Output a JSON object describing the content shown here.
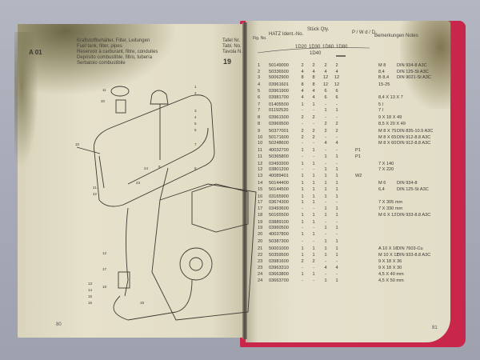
{
  "left_page": {
    "section_code": "A 01",
    "titles": [
      "Kraftstoffbehälter, Filter, Leitungen",
      "Fuel tank, filter, pipes",
      "Reservoir à carburant, filtre, conduites",
      "Depósito combustible, filtro, tubería",
      "Serbatoio combustibile"
    ],
    "table_labels": [
      "Tafel Nr.",
      "Tabl. No.",
      "Tavola N."
    ],
    "table_number": "19",
    "page_number": "80",
    "callouts": [
      "1",
      "2",
      "3",
      "4",
      "5",
      "6",
      "7",
      "8",
      "9",
      "10",
      "11",
      "12",
      "13",
      "14",
      "15",
      "16",
      "17",
      "18",
      "19",
      "20",
      "21",
      "22",
      "23",
      "24"
    ]
  },
  "right_page": {
    "headers": {
      "fig": "Fig. No.",
      "ident": "HATZ Ident.-No.",
      "qty": "Stück Qty.",
      "pw": "P / W d / D",
      "notes": "Bemerkungen Notes"
    },
    "models": [
      "1D20",
      "1D30",
      "1D60",
      "1D80"
    ],
    "model_sub": "1D40",
    "page_number": "81",
    "rows": [
      [
        "1",
        "50149000",
        "2",
        "2",
        "2",
        "2",
        "",
        "M 8",
        "DIN 934-8 A3C"
      ],
      [
        "2",
        "50336500",
        "4",
        "4",
        "4",
        "4",
        "",
        "8,4",
        "DIN 125-St A3C"
      ],
      [
        "3",
        "50062900",
        "8",
        "8",
        "12",
        "12",
        "",
        "B 8,4",
        "DIN 9021-St A3C"
      ],
      [
        "4",
        "03961601",
        "8",
        "8",
        "12",
        "12",
        "",
        "15-25",
        ""
      ],
      [
        "5",
        "03961900",
        "4",
        "4",
        "6",
        "6",
        "",
        "",
        ""
      ],
      [
        "6",
        "03981700",
        "4",
        "4",
        "6",
        "6",
        "",
        "8,4 X 13 X 7",
        ""
      ],
      [
        "7",
        "01405500",
        "1",
        "1",
        "-",
        "-",
        "",
        "5 l",
        ""
      ],
      [
        "7",
        "01192520",
        "-",
        "-",
        "1",
        "1",
        "",
        "7 l",
        ""
      ],
      [
        "8",
        "03961500",
        "2",
        "2",
        "-",
        "-",
        "",
        "9 X 18 X 49",
        ""
      ],
      [
        "8",
        "03969500",
        "-",
        "-",
        "2",
        "2",
        "",
        "8,5 X 20 X 49",
        ""
      ],
      [
        "9",
        "50377001",
        "2",
        "2",
        "2",
        "2",
        "",
        "M 8 X 75",
        "DIN 835-10.9 A3C"
      ],
      [
        "10",
        "50171600",
        "2",
        "2",
        "-",
        "-",
        "",
        "M 8 X 65",
        "DIN 912-8.8 A3C"
      ],
      [
        "10",
        "50248600",
        "-",
        "-",
        "4",
        "4",
        "",
        "M 8 X 60",
        "DIN 912-8.8 A3C"
      ],
      [
        "11",
        "40032700",
        "1",
        "1",
        "-",
        "-",
        "P1",
        "",
        ""
      ],
      [
        "11",
        "50365800",
        "-",
        "-",
        "1",
        "1",
        "P1",
        "",
        ""
      ],
      [
        "12",
        "03493300",
        "1",
        "1",
        "-",
        "-",
        "",
        "7 X 140",
        ""
      ],
      [
        "12",
        "03801200",
        "-",
        "-",
        "1",
        "1",
        "",
        "7 X 220",
        ""
      ],
      [
        "13",
        "40089401",
        "1",
        "1",
        "1",
        "1",
        "W2",
        "",
        ""
      ],
      [
        "14",
        "50144400",
        "1",
        "1",
        "1",
        "1",
        "",
        "M 6",
        "DIN 934-8"
      ],
      [
        "15",
        "50144500",
        "1",
        "1",
        "1",
        "1",
        "",
        "6,4",
        "DIN 125-St A3C"
      ],
      [
        "16",
        "03165900",
        "1",
        "1",
        "1",
        "1",
        "",
        "",
        ""
      ],
      [
        "17",
        "03674300",
        "1",
        "1",
        "-",
        "-",
        "",
        "7 X 305 mm",
        ""
      ],
      [
        "17",
        "03493600",
        "-",
        "-",
        "1",
        "1",
        "",
        "7 X 330 mm",
        ""
      ],
      [
        "18",
        "50165500",
        "1",
        "1",
        "1",
        "1",
        "",
        "M 6 X 12",
        "DIN 933-8.8 A3C"
      ],
      [
        "19",
        "03889100",
        "1",
        "1",
        "-",
        "-",
        "",
        "",
        ""
      ],
      [
        "19",
        "03960500",
        "-",
        "-",
        "1",
        "1",
        "",
        "",
        ""
      ],
      [
        "20",
        "40037800",
        "1",
        "1",
        "-",
        "-",
        "",
        "",
        ""
      ],
      [
        "20",
        "50387300",
        "-",
        "-",
        "1",
        "1",
        "",
        "",
        ""
      ],
      [
        "21",
        "50001000",
        "1",
        "1",
        "1",
        "1",
        "",
        "A 10 X 16",
        "DIN 7603-Cu"
      ],
      [
        "22",
        "50359500",
        "1",
        "1",
        "1",
        "1",
        "",
        "M 10 X 12",
        "DIN 933-8.8 A3C"
      ],
      [
        "23",
        "03981600",
        "2",
        "2",
        "-",
        "-",
        "",
        "9 X 18 X 36",
        ""
      ],
      [
        "23",
        "03963310",
        "-",
        "-",
        "4",
        "4",
        "",
        "9 X 18 X 30",
        ""
      ],
      [
        "24",
        "03663800",
        "1",
        "1",
        "-",
        "-",
        "",
        "4,5 X 40 mm",
        ""
      ],
      [
        "24",
        "03663700",
        "-",
        "-",
        "1",
        "1",
        "",
        "4,5 X 50 mm",
        ""
      ]
    ]
  }
}
